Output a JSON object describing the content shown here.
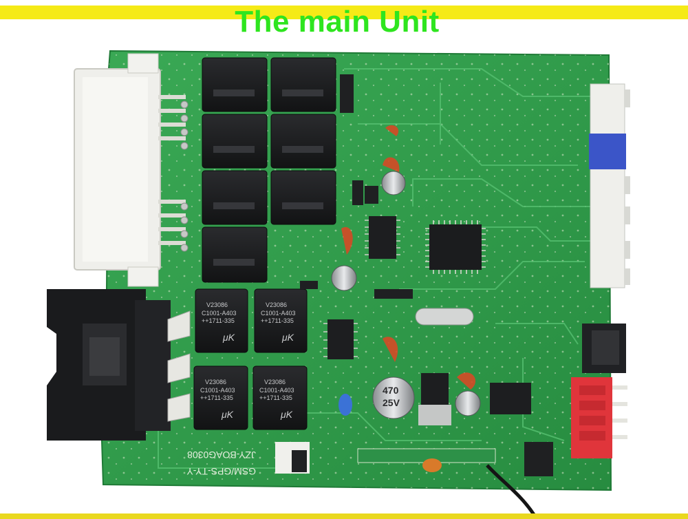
{
  "title": "The main Unit",
  "colors": {
    "title_green": "#2ee51f",
    "banner_yellow": "#f5ea17",
    "board_green": "#2f9e4a",
    "relay_black": "#1c1d1f",
    "connector_white": "#eeeeea",
    "connector_blue": "#3b55c8",
    "connector_red": "#e0353b"
  },
  "board": {
    "silkscreen_model": "JZY-BOAG0308",
    "silkscreen_series": "GSM/GPS-TY-Y",
    "relay_marks": [
      "V23086",
      "C1001-A403",
      "++1711-335",
      "μK"
    ],
    "capacitor_marks": [
      "470",
      "25V"
    ]
  }
}
